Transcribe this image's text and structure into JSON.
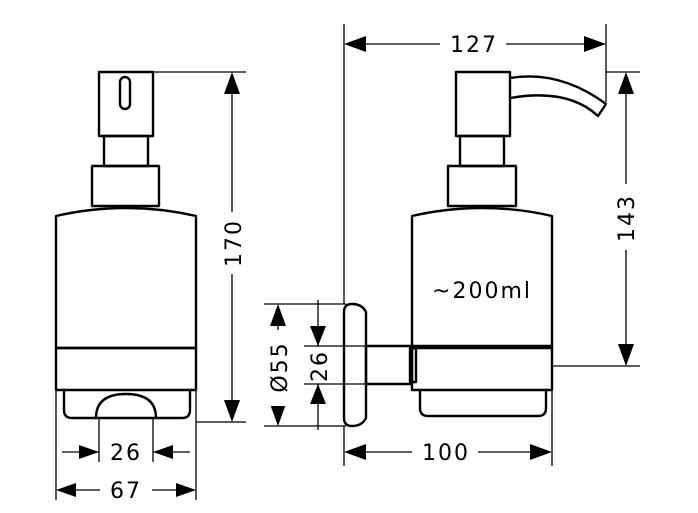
{
  "dimensions": {
    "top_width": "127",
    "total_height": "170",
    "glass_height": "143",
    "wall_depth": "100",
    "bottom_inner_width": "26",
    "bottom_width": "67",
    "rosette_diameter": "Ø55",
    "rosette_inner": "26"
  },
  "annotations": {
    "volume": "~200ml"
  }
}
